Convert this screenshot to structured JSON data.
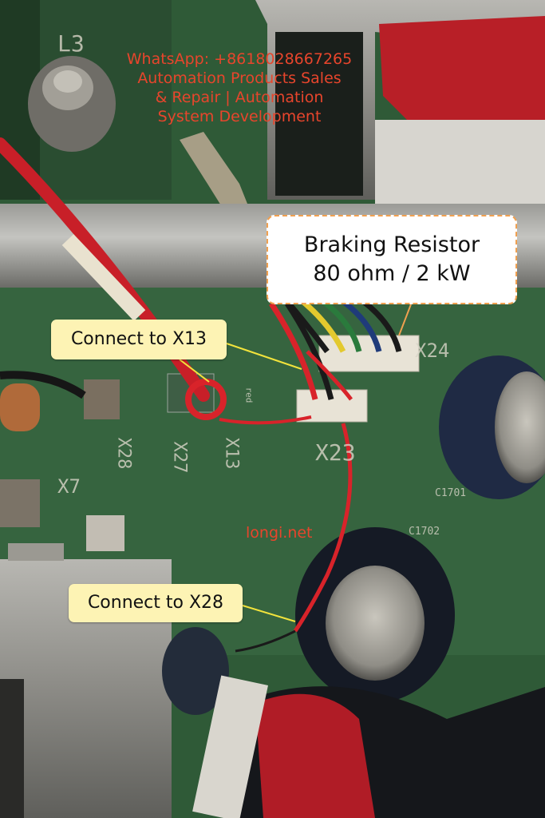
{
  "watermark": {
    "line1": "WhatsApp: +8618028667265",
    "line2": "Automation Products Sales",
    "line3": "& Repair | Automation",
    "line4": "System Development"
  },
  "site": "longi.net",
  "callouts": {
    "resistor_line1": "Braking Resistor",
    "resistor_line2": "80 ohm / 2 kW",
    "x13": "Connect to X13",
    "x28": "Connect to X28"
  },
  "pcb_labels": {
    "l3": "L3",
    "x24": "X24",
    "x23": "X23",
    "x28": "X28",
    "x27": "X27",
    "x13": "X13",
    "x7": "X7",
    "c1701": "C1701",
    "c1702": "C1702",
    "red": "red"
  },
  "colors": {
    "watermark": "#e8452c",
    "callout_bg": "#fdf3b4",
    "resistor_border": "#f0a050",
    "pcb_green": "#2f5a37",
    "wire_red": "#d8232a"
  }
}
